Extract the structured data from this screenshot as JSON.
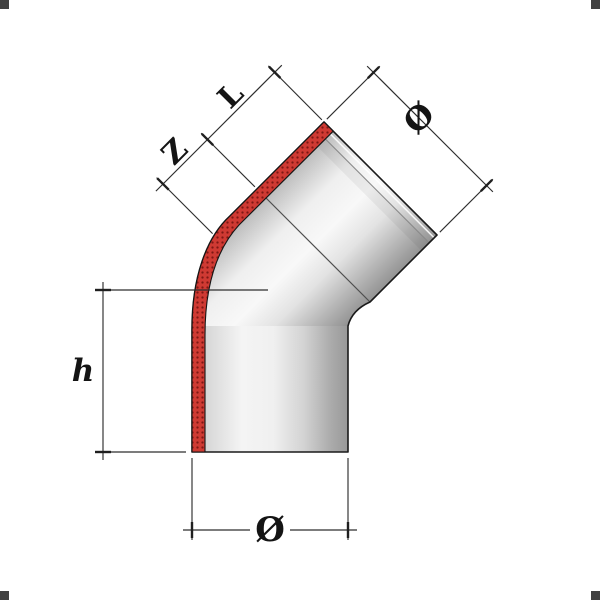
{
  "drawing": {
    "labels": {
      "length": "L",
      "z_dim": "Z",
      "height": "h",
      "diameter_socket": "Ø",
      "diameter_bottom": "Ø"
    },
    "colors": {
      "section_fill": "#cf3a33",
      "section_dot": "#7e1713",
      "outline": "#1a1a1a",
      "dim_line": "#2e2e2e",
      "body_light": "#f8f8f8",
      "body_dark": "#989898"
    }
  }
}
